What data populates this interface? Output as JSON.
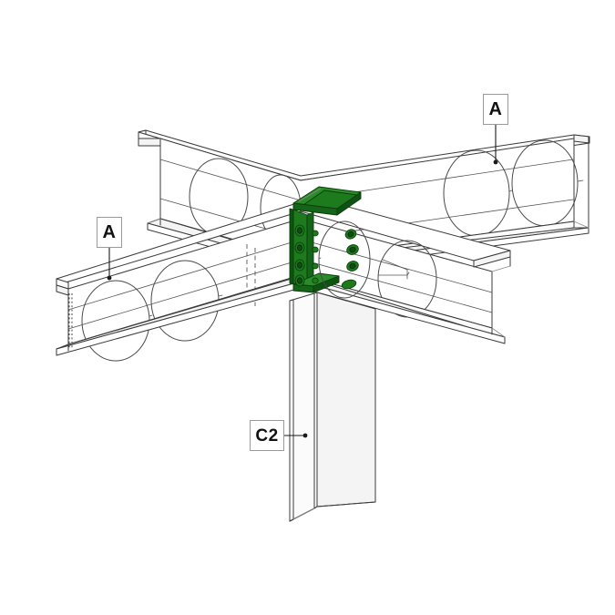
{
  "drawing": {
    "title": "Cellular Beam to Column Connection Detail",
    "view": "isometric",
    "background_color": "#ffffff",
    "line_color": "#3a3a3a",
    "highlight_color": "#1d7a1d"
  },
  "labels": [
    {
      "id": "a-right",
      "text": "A",
      "target": "rear-cellular-beam"
    },
    {
      "id": "a-left",
      "text": "A",
      "target": "front-cellular-beam"
    },
    {
      "id": "c2",
      "text": "C2",
      "target": "column"
    }
  ],
  "members": {
    "column": {
      "name": "C2",
      "type": "I-section column",
      "orientation": "vertical"
    },
    "beam_rear": {
      "name": "A",
      "type": "cellular beam",
      "direction": "rear-left to front-right",
      "cells": 4
    },
    "beam_front": {
      "name": "A",
      "type": "cellular beam",
      "direction": "front-left to rear-right",
      "cells": 4
    }
  },
  "connection": {
    "name": "bolted fin plate connection",
    "color": "#1d7a1d",
    "components": [
      {
        "name": "cap-plate",
        "color": "#1d7a1d"
      },
      {
        "name": "fin-plate",
        "color": "#15641a"
      },
      {
        "name": "seat-plate",
        "color": "#0e5312"
      }
    ],
    "bolt_rows": 4,
    "bolt_columns": 2
  }
}
